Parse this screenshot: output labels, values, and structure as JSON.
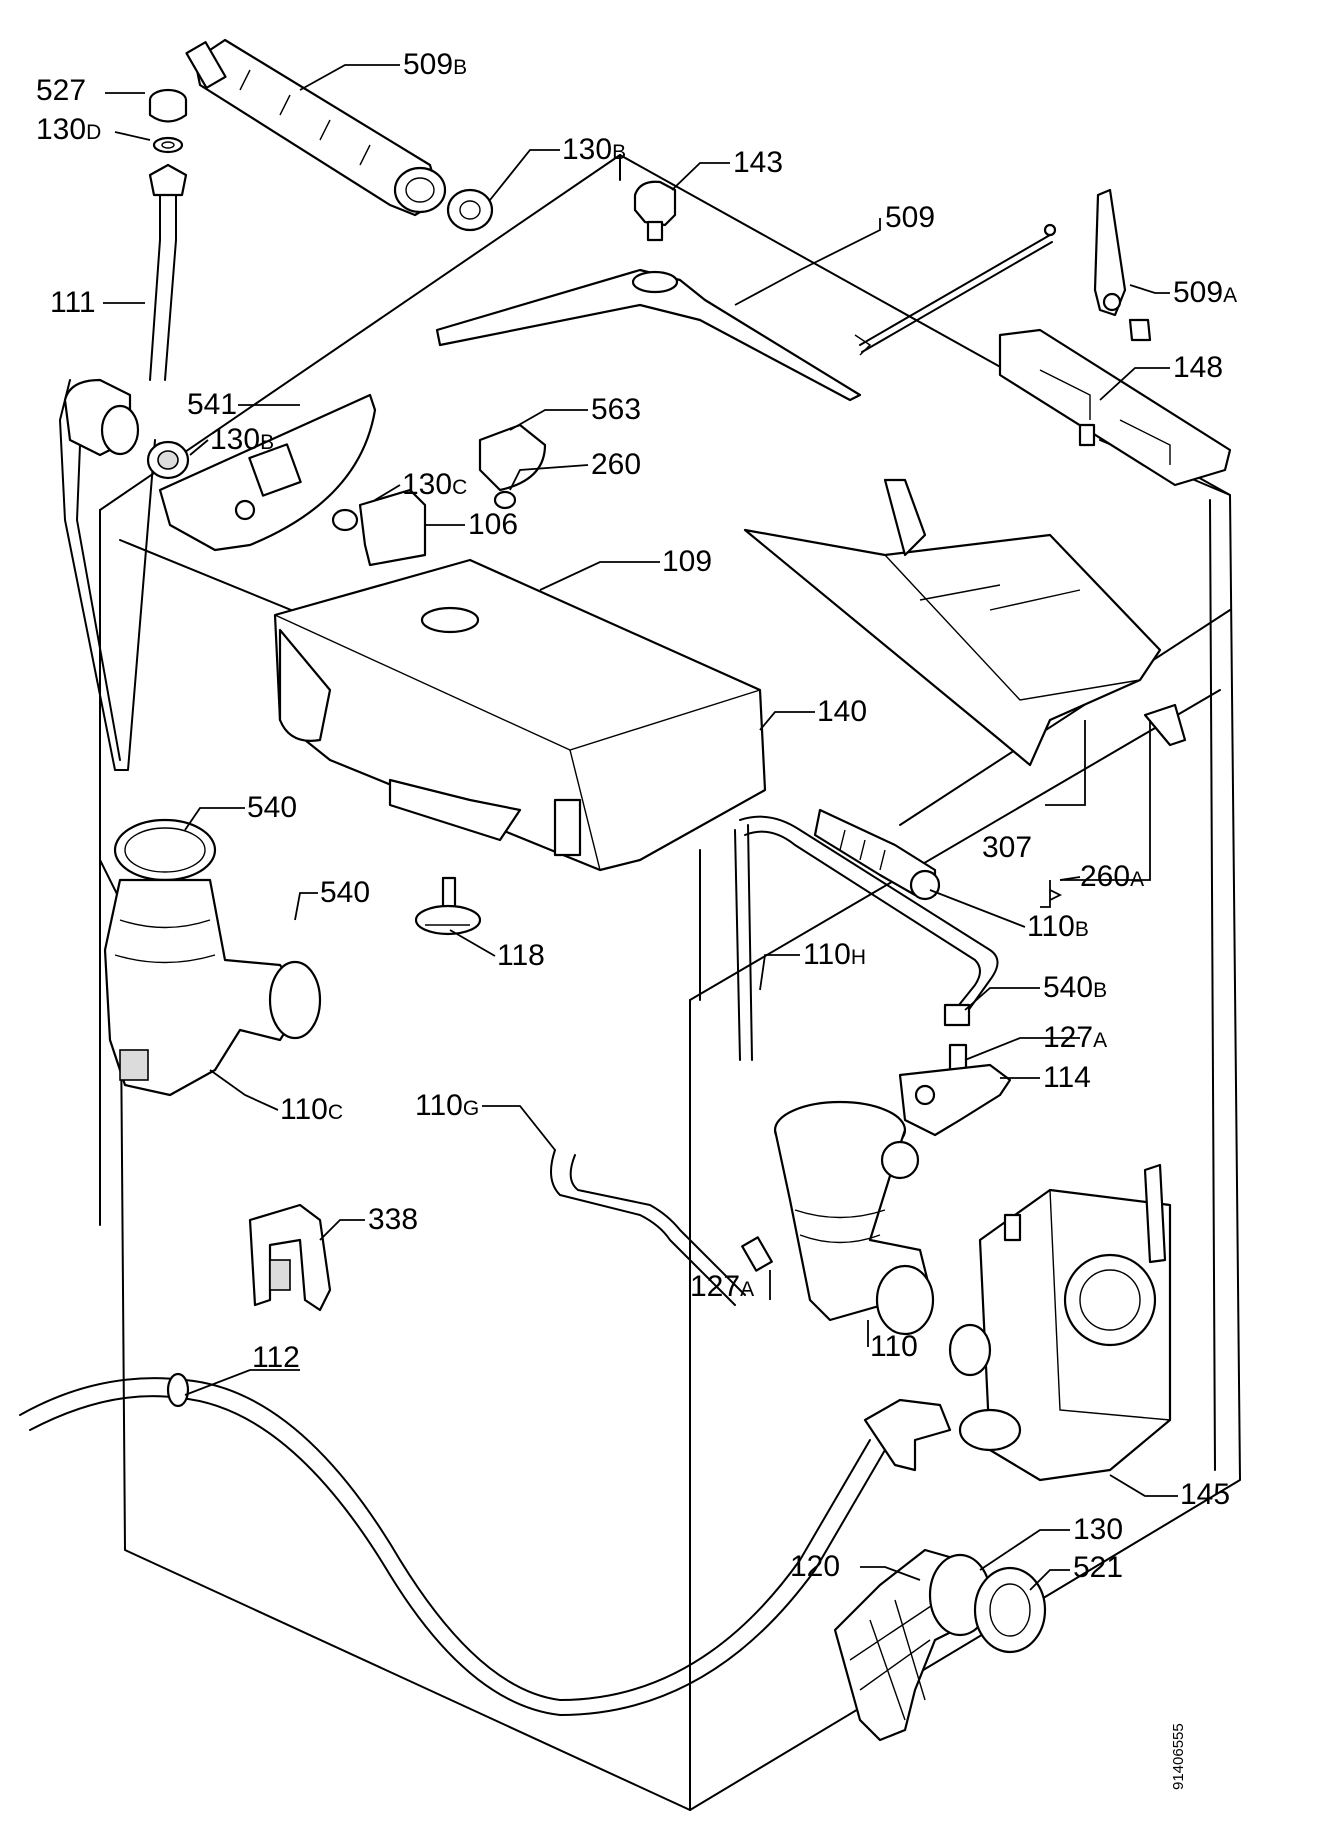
{
  "labels": [
    {
      "id": "527",
      "num": "527",
      "suf": ""
    },
    {
      "id": "130d",
      "num": "130",
      "suf": "D"
    },
    {
      "id": "509b",
      "num": "509",
      "suf": "B"
    },
    {
      "id": "130b-top",
      "num": "130",
      "suf": "B"
    },
    {
      "id": "143",
      "num": "143",
      "suf": ""
    },
    {
      "id": "509",
      "num": "509",
      "suf": ""
    },
    {
      "id": "509a",
      "num": "509",
      "suf": "A"
    },
    {
      "id": "111",
      "num": "111",
      "suf": ""
    },
    {
      "id": "148",
      "num": "148",
      "suf": ""
    },
    {
      "id": "541",
      "num": "541",
      "suf": ""
    },
    {
      "id": "130b-mid",
      "num": "130",
      "suf": "B"
    },
    {
      "id": "563",
      "num": "563",
      "suf": ""
    },
    {
      "id": "260",
      "num": "260",
      "suf": ""
    },
    {
      "id": "130c",
      "num": "130",
      "suf": "C"
    },
    {
      "id": "106",
      "num": "106",
      "suf": ""
    },
    {
      "id": "109",
      "num": "109",
      "suf": ""
    },
    {
      "id": "140",
      "num": "140",
      "suf": ""
    },
    {
      "id": "540-a",
      "num": "540",
      "suf": ""
    },
    {
      "id": "540-b",
      "num": "540",
      "suf": ""
    },
    {
      "id": "307",
      "num": "307",
      "suf": ""
    },
    {
      "id": "260a",
      "num": "260",
      "suf": "A"
    },
    {
      "id": "118",
      "num": "118",
      "suf": ""
    },
    {
      "id": "110b",
      "num": "110",
      "suf": "B"
    },
    {
      "id": "110h",
      "num": "110",
      "suf": "H"
    },
    {
      "id": "540b",
      "num": "540",
      "suf": "B"
    },
    {
      "id": "127a-top",
      "num": "127",
      "suf": "A"
    },
    {
      "id": "114",
      "num": "114",
      "suf": ""
    },
    {
      "id": "110c",
      "num": "110",
      "suf": "C"
    },
    {
      "id": "110g",
      "num": "110",
      "suf": "G"
    },
    {
      "id": "338",
      "num": "338",
      "suf": ""
    },
    {
      "id": "127a-bot",
      "num": "127",
      "suf": "A"
    },
    {
      "id": "110",
      "num": "110",
      "suf": ""
    },
    {
      "id": "112",
      "num": "112",
      "suf": ""
    },
    {
      "id": "145",
      "num": "145",
      "suf": ""
    },
    {
      "id": "130",
      "num": "130",
      "suf": ""
    },
    {
      "id": "120",
      "num": "120",
      "suf": ""
    },
    {
      "id": "521",
      "num": "521",
      "suf": ""
    }
  ],
  "drawing_code": "91406555"
}
